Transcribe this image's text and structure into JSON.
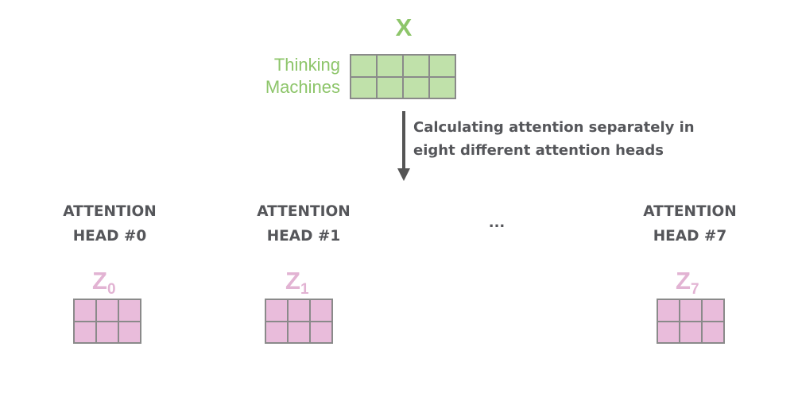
{
  "colors": {
    "green_text": "#8dc56a",
    "green_fill": "#c0e1aa",
    "pink_text": "#e2b3d3",
    "pink_fill": "#e9bcdb",
    "gray_text": "#55565a",
    "grid_border": "#8a8a8a",
    "arrow": "#555555"
  },
  "input": {
    "title": "X",
    "words": [
      "Thinking",
      "Machines"
    ],
    "grid": {
      "rows": 2,
      "cols": 4
    }
  },
  "caption": {
    "line1": "Calculating attention separately in",
    "line2": "eight different attention heads"
  },
  "ellipsis": "...",
  "heads": [
    {
      "line1": "ATTENTION",
      "line2": "HEAD #0",
      "z": "Z",
      "sub": "0",
      "grid": {
        "rows": 2,
        "cols": 3
      }
    },
    {
      "line1": "ATTENTION",
      "line2": "HEAD #1",
      "z": "Z",
      "sub": "1",
      "grid": {
        "rows": 2,
        "cols": 3
      }
    },
    {
      "line1": "ATTENTION",
      "line2": "HEAD #7",
      "z": "Z",
      "sub": "7",
      "grid": {
        "rows": 2,
        "cols": 3
      }
    }
  ]
}
